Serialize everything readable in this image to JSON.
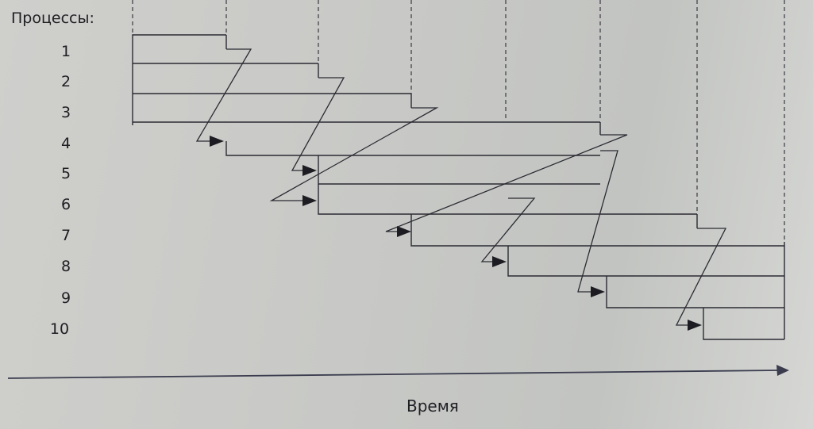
{
  "diagram": {
    "y_label": "Процессы:",
    "x_label": "Время",
    "processes": [
      "1",
      "2",
      "3",
      "4",
      "5",
      "6",
      "7",
      "8",
      "9",
      "10"
    ]
  }
}
